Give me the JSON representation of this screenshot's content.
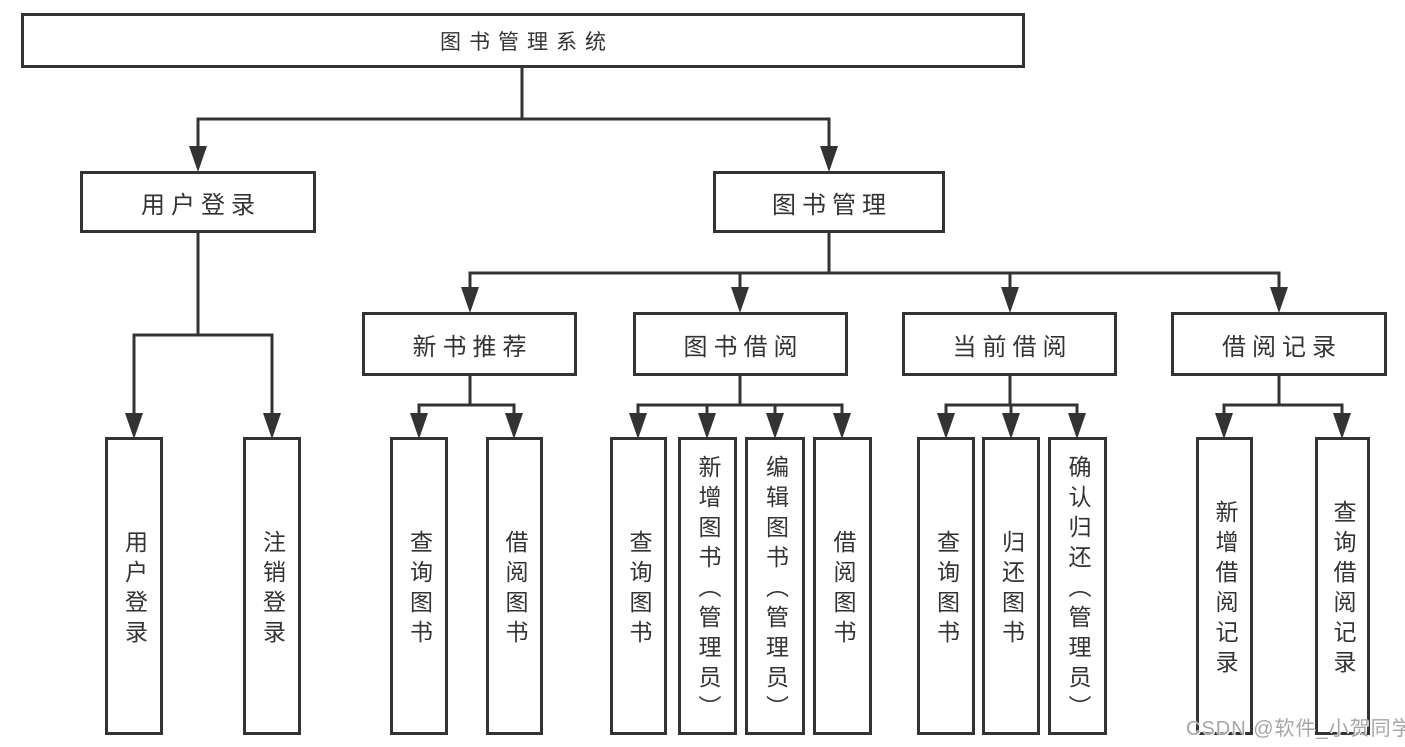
{
  "diagram": {
    "type": "hierarchy-structure-chart",
    "title": "图书管理系统",
    "watermark": "CSDN @软件_小贺同学",
    "colors": {
      "line": "#333333",
      "text": "#333333",
      "box_background": "#ffffff",
      "page_background": "#ffffff",
      "watermark": "#a6a6a6"
    }
  },
  "nodes": {
    "root": "图书管理系统",
    "level2": [
      "用户登录",
      "图书管理"
    ],
    "level3": [
      "新书推荐",
      "图书借阅",
      "当前借阅",
      "借阅记录"
    ],
    "leaves": [
      "用户登录",
      "注销登录",
      "查询图书",
      "借阅图书",
      "查询图书",
      "新增图书（管理员）",
      "编辑图书（管理员）",
      "借阅图书",
      "查询图书",
      "归还图书",
      "确认归还（管理员）",
      "新增借阅记录",
      "查询借阅记录"
    ]
  },
  "hierarchy": {
    "用户登录": [
      "用户登录",
      "注销登录"
    ],
    "图书管理": [
      "新书推荐",
      "图书借阅",
      "当前借阅",
      "借阅记录"
    ],
    "新书推荐": [
      "查询图书",
      "借阅图书"
    ],
    "图书借阅": [
      "查询图书",
      "新增图书（管理员）",
      "编辑图书（管理员）",
      "借阅图书"
    ],
    "当前借阅": [
      "查询图书",
      "归还图书",
      "确认归还（管理员）"
    ],
    "借阅记录": [
      "新增借阅记录",
      "查询借阅记录"
    ]
  }
}
